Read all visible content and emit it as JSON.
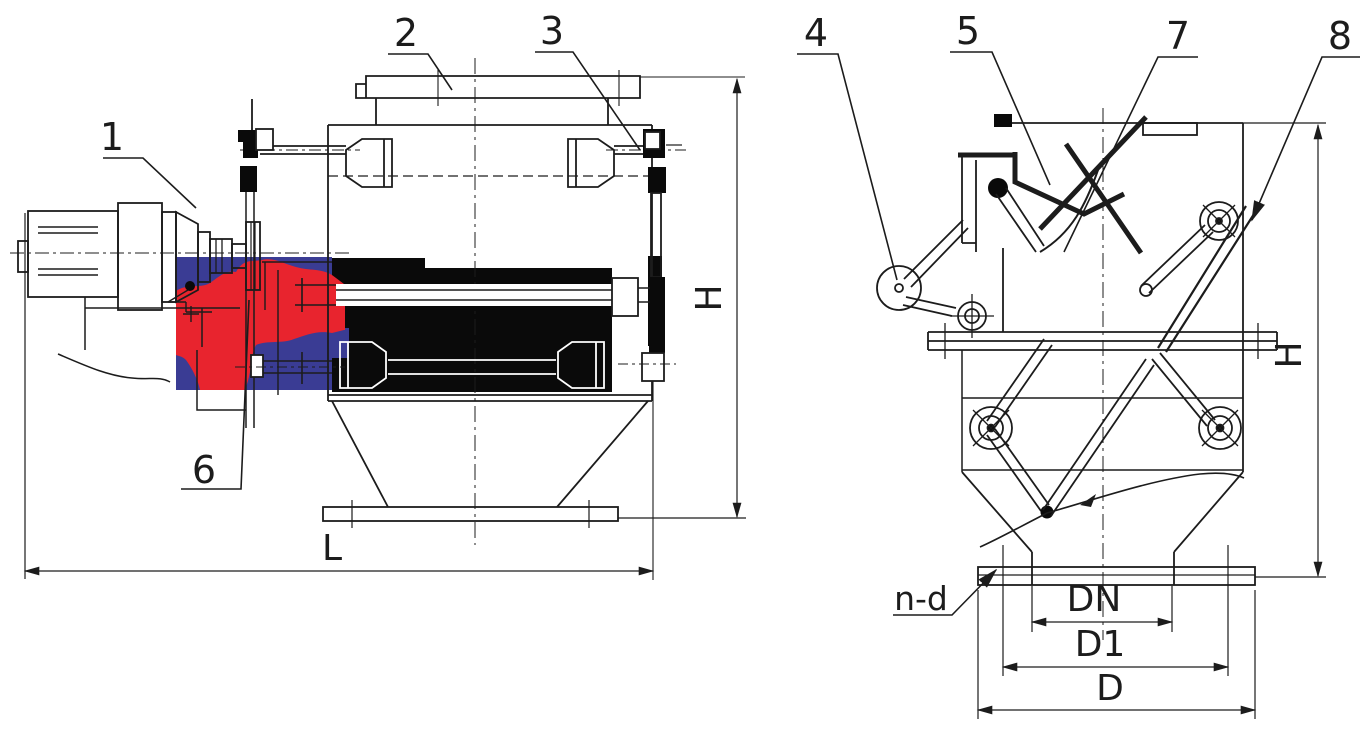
{
  "drawing": {
    "description": "two-view engineering drawing of a magnetic separator / rotary hopper valve",
    "left_view": {
      "name": "side view with drive motor",
      "part_labels": {
        "1": "1",
        "2": "2",
        "3": "3",
        "6": "6"
      },
      "dims": {
        "length": "L",
        "height": "H"
      }
    },
    "right_view": {
      "name": "cross-section view",
      "part_labels": {
        "4": "4",
        "5": "5",
        "7": "7",
        "8": "8"
      },
      "dims": {
        "height": "H",
        "outlet_nominal": "DN",
        "bolt_circle": "D1",
        "flange_outer": "D",
        "bolt_holes": "n-d"
      }
    },
    "colors": {
      "line": "#1c1c1c",
      "fill_black": "#0a0a0a",
      "overlay_red": "#e8242e",
      "overlay_blue": "#3a3c94",
      "background": "#ffffff"
    }
  }
}
